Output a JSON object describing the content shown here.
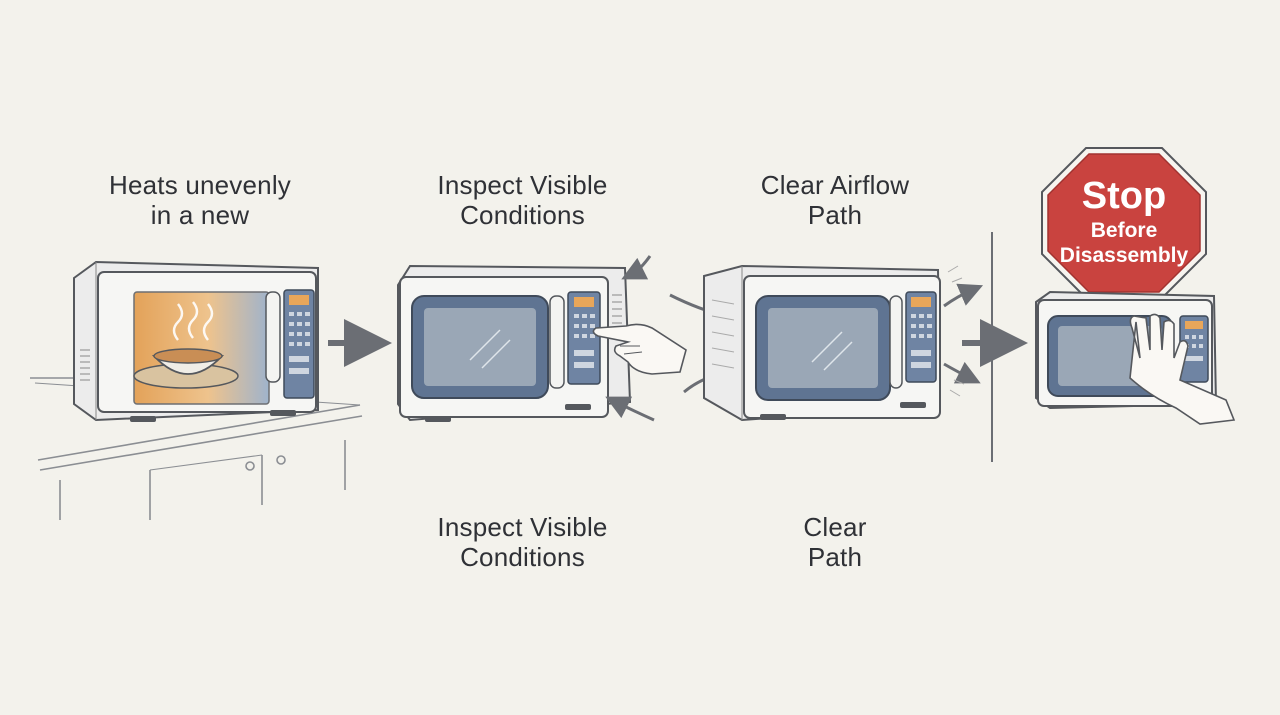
{
  "steps": [
    {
      "caption_line1": "Heats unevenly",
      "caption_line2": "in a new"
    },
    {
      "caption_line1": "Inspect Visible",
      "caption_line2": "Conditions"
    },
    {
      "caption_line1": "Clear Airflow",
      "caption_line2": "Path"
    },
    {
      "sign_title": "Stop",
      "sign_line1": "Before",
      "sign_line2": "Disassembly"
    }
  ],
  "lower_captions": [
    {
      "line1": "Inspect Visible",
      "line2": "Conditions"
    },
    {
      "line1": "Clear",
      "line2": "Path"
    }
  ],
  "colors": {
    "background": "#f3f2ec",
    "sign_red": "#c9433f",
    "heat_orange": "#e8a65a",
    "cool_blue": "#8fa7c4",
    "window_blue": "#5f7492",
    "arrow_gray": "#6b6e74"
  }
}
